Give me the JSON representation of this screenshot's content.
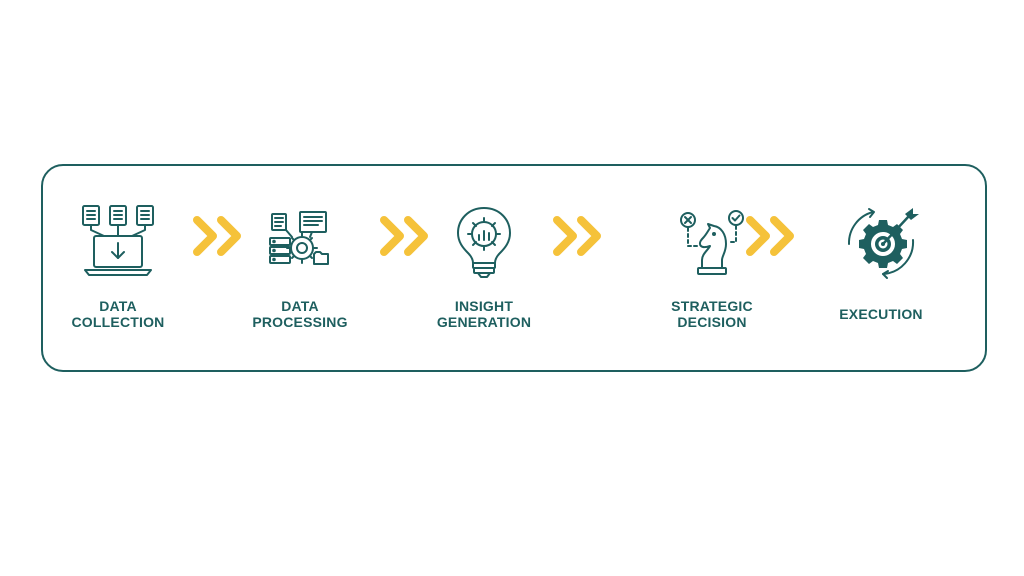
{
  "colors": {
    "primary": "#1e5f5f",
    "accent": "#f5c23a",
    "icon_stroke": "#1e5f5f"
  },
  "steps": [
    {
      "icon": "laptop-documents-icon",
      "line1": "DATA",
      "line2": "COLLECTION"
    },
    {
      "icon": "data-processing-gear-icon",
      "line1": "DATA",
      "line2": "PROCESSING"
    },
    {
      "icon": "lightbulb-gear-icon",
      "line1": "INSIGHT",
      "line2": "GENERATION"
    },
    {
      "icon": "chess-knight-decision-icon",
      "line1": "STRATEGIC",
      "line2": "DECISION"
    },
    {
      "icon": "gear-target-arrow-icon",
      "line1": "EXECUTION"
    }
  ],
  "connector_icon": "double-chevron-right-icon"
}
